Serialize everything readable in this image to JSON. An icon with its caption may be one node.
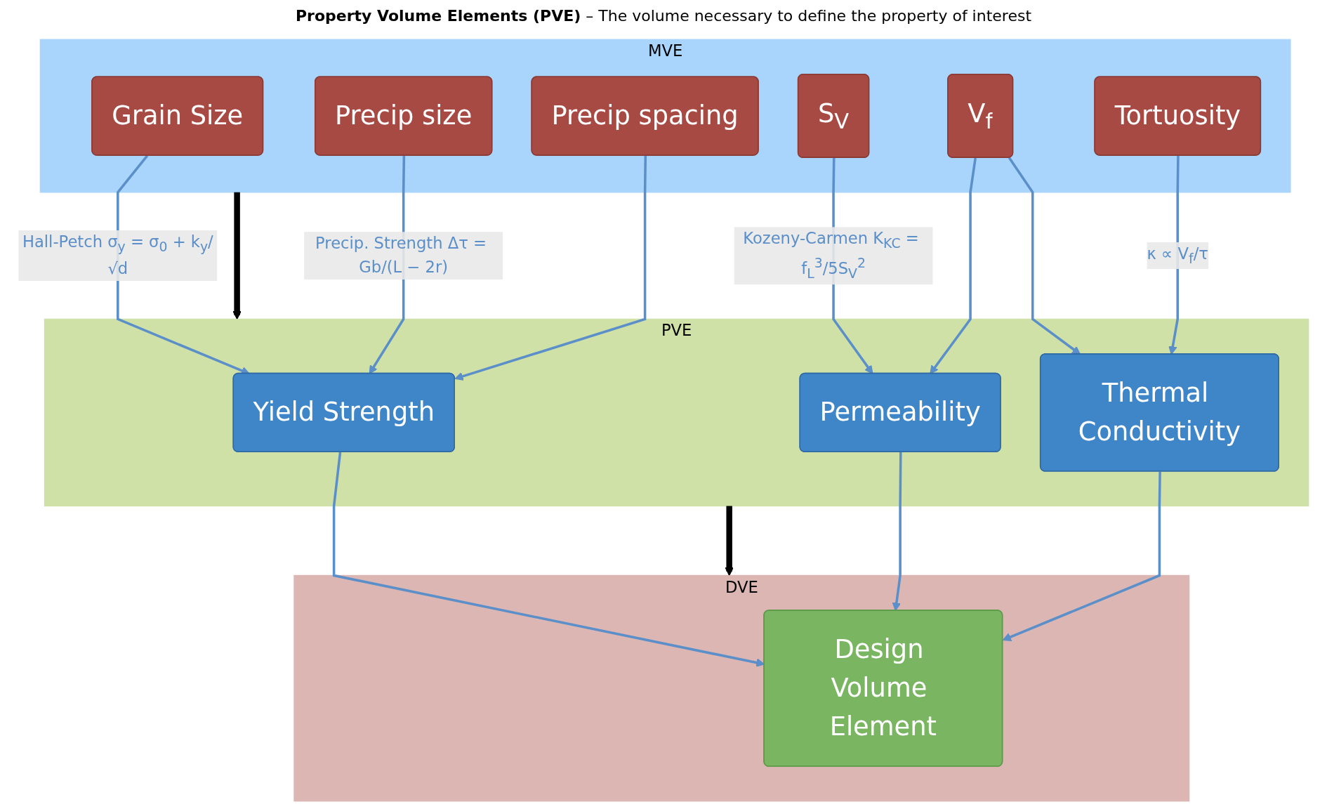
{
  "diagram": {
    "nodes": [
      {
        "text": [
          "MVE"
        ]
      },
      {
        "text": [
          "Grain Size"
        ],
        "in": 0
      },
      {
        "text": [
          "Precip size"
        ],
        "in": 0
      },
      {
        "text": [
          "Precip spacing"
        ],
        "in": 0
      },
      {
        "text": [
          "S$_{V}$"
        ],
        "in": 0
      },
      {
        "text": [
          "V$_{f}$"
        ],
        "in": 0
      },
      {
        "text": [
          "Tortuosity"
        ],
        "in": 0
      },
      {
        "text": [
          "PVE"
        ]
      },
      {
        "text": [
          "Yield Strength"
        ],
        "in": 7
      },
      {
        "text": [
          "Permeability"
        ],
        "in": 7
      },
      {
        "text": [
          "Thermal Conductivity"
        ],
        "in": 7
      },
      {
        "text": [
          "DVE"
        ]
      },
      {
        "text": [
          "Design Volume Element"
        ],
        "in": 11
      }
    ],
    "edges": [
      {
        "from": 1,
        "to": 8,
        "arrow": "to",
        "label": "Hall-Petch σ$_{y}$ = σ$_{0}$ + k$_{y}$/√d"
      },
      {
        "from": 2,
        "to": 8,
        "arrow": "to",
        "label": "Precip. Strength Δτ = Gb/(L − 2r)"
      },
      {
        "from": 3,
        "to": 8,
        "arrow": "to"
      },
      {
        "from": 4,
        "to": 9,
        "arrow": "to",
        "label": "Kozeny-Carmen K$_{KC}$ = f$_{L}$$^{3}$/5S$_{V}$$^{2}$"
      },
      {
        "from": 5,
        "to": 9,
        "arrow": "to"
      },
      {
        "from": 5,
        "to": 10,
        "arrow": "to"
      },
      {
        "from": 6,
        "to": 10,
        "arrow": "to",
        "label": "κ ∝ V$_{f}$/τ"
      },
      {
        "from": 8,
        "to": 12,
        "arrow": "to"
      },
      {
        "from": 9,
        "to": 12,
        "arrow": "to"
      },
      {
        "from": 10,
        "to": 12,
        "arrow": "to"
      },
      {
        "from": 0,
        "to": 7,
        "arrow": "to",
        "style": "thick",
        "color": "#000000"
      },
      {
        "from": 7,
        "to": 11,
        "arrow": "to",
        "style": "thick",
        "color": "#000000"
      }
    ],
    "labels": [
      "**Property Volume Elements (PVE)** – The volume necessary to define the property of interest"
    ]
  }
}
